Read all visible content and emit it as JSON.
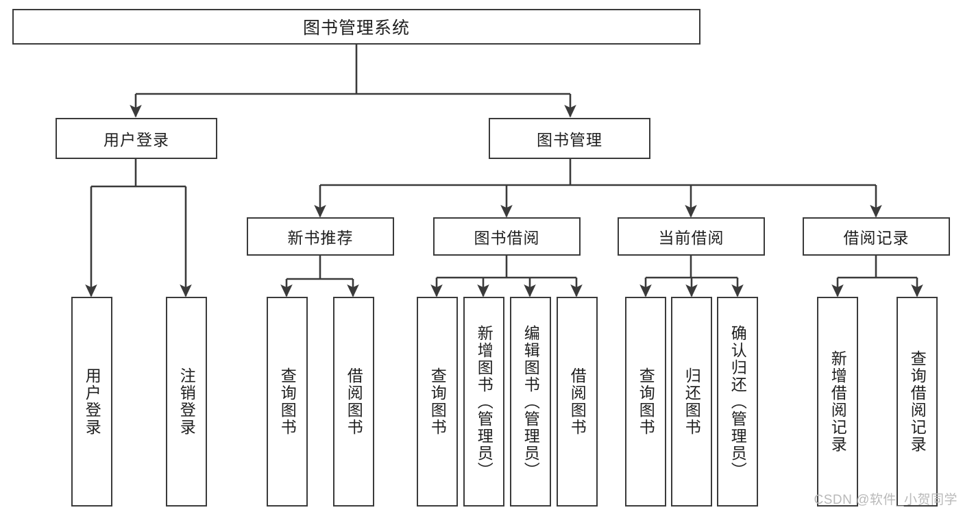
{
  "diagram": {
    "type": "tree-hierarchy",
    "title": "图书管理系统",
    "watermark": "CSDN @软件_小贺同学",
    "colors": {
      "stroke": "#3a3a3a",
      "text": "#1f1f1f",
      "background": "#ffffff",
      "watermark": "#b9b9b9"
    },
    "nodes": {
      "root": {
        "label": "图书管理系统"
      },
      "level2": [
        {
          "id": "user-login",
          "label": "用户登录"
        },
        {
          "id": "book-manage",
          "label": "图书管理"
        }
      ],
      "level3": [
        {
          "id": "new-book-recommend",
          "label": "新书推荐"
        },
        {
          "id": "book-borrow",
          "label": "图书借阅"
        },
        {
          "id": "current-borrow",
          "label": "当前借阅"
        },
        {
          "id": "borrow-record",
          "label": "借阅记录"
        }
      ],
      "leaves": [
        {
          "id": "leaf-user-login",
          "label": "用户登录",
          "parent": "user-login"
        },
        {
          "id": "leaf-logout",
          "label": "注销登录",
          "parent": "user-login"
        },
        {
          "id": "leaf-query-book-1",
          "label": "查询图书",
          "parent": "new-book-recommend"
        },
        {
          "id": "leaf-borrow-book-1",
          "label": "借阅图书",
          "parent": "new-book-recommend"
        },
        {
          "id": "leaf-query-book-2",
          "label": "查询图书",
          "parent": "book-borrow"
        },
        {
          "id": "leaf-add-book",
          "label": "新增图书（管理员）",
          "parent": "book-borrow"
        },
        {
          "id": "leaf-edit-book",
          "label": "编辑图书（管理员）",
          "parent": "book-borrow"
        },
        {
          "id": "leaf-borrow-book-2",
          "label": "借阅图书",
          "parent": "book-borrow"
        },
        {
          "id": "leaf-query-book-3",
          "label": "查询图书",
          "parent": "current-borrow"
        },
        {
          "id": "leaf-return-book",
          "label": "归还图书",
          "parent": "current-borrow"
        },
        {
          "id": "leaf-confirm-return",
          "label": "确认归还（管理员）",
          "parent": "current-borrow"
        },
        {
          "id": "leaf-add-record",
          "label": "新增借阅记录",
          "parent": "borrow-record"
        },
        {
          "id": "leaf-query-record",
          "label": "查询借阅记录",
          "parent": "borrow-record"
        }
      ]
    }
  }
}
